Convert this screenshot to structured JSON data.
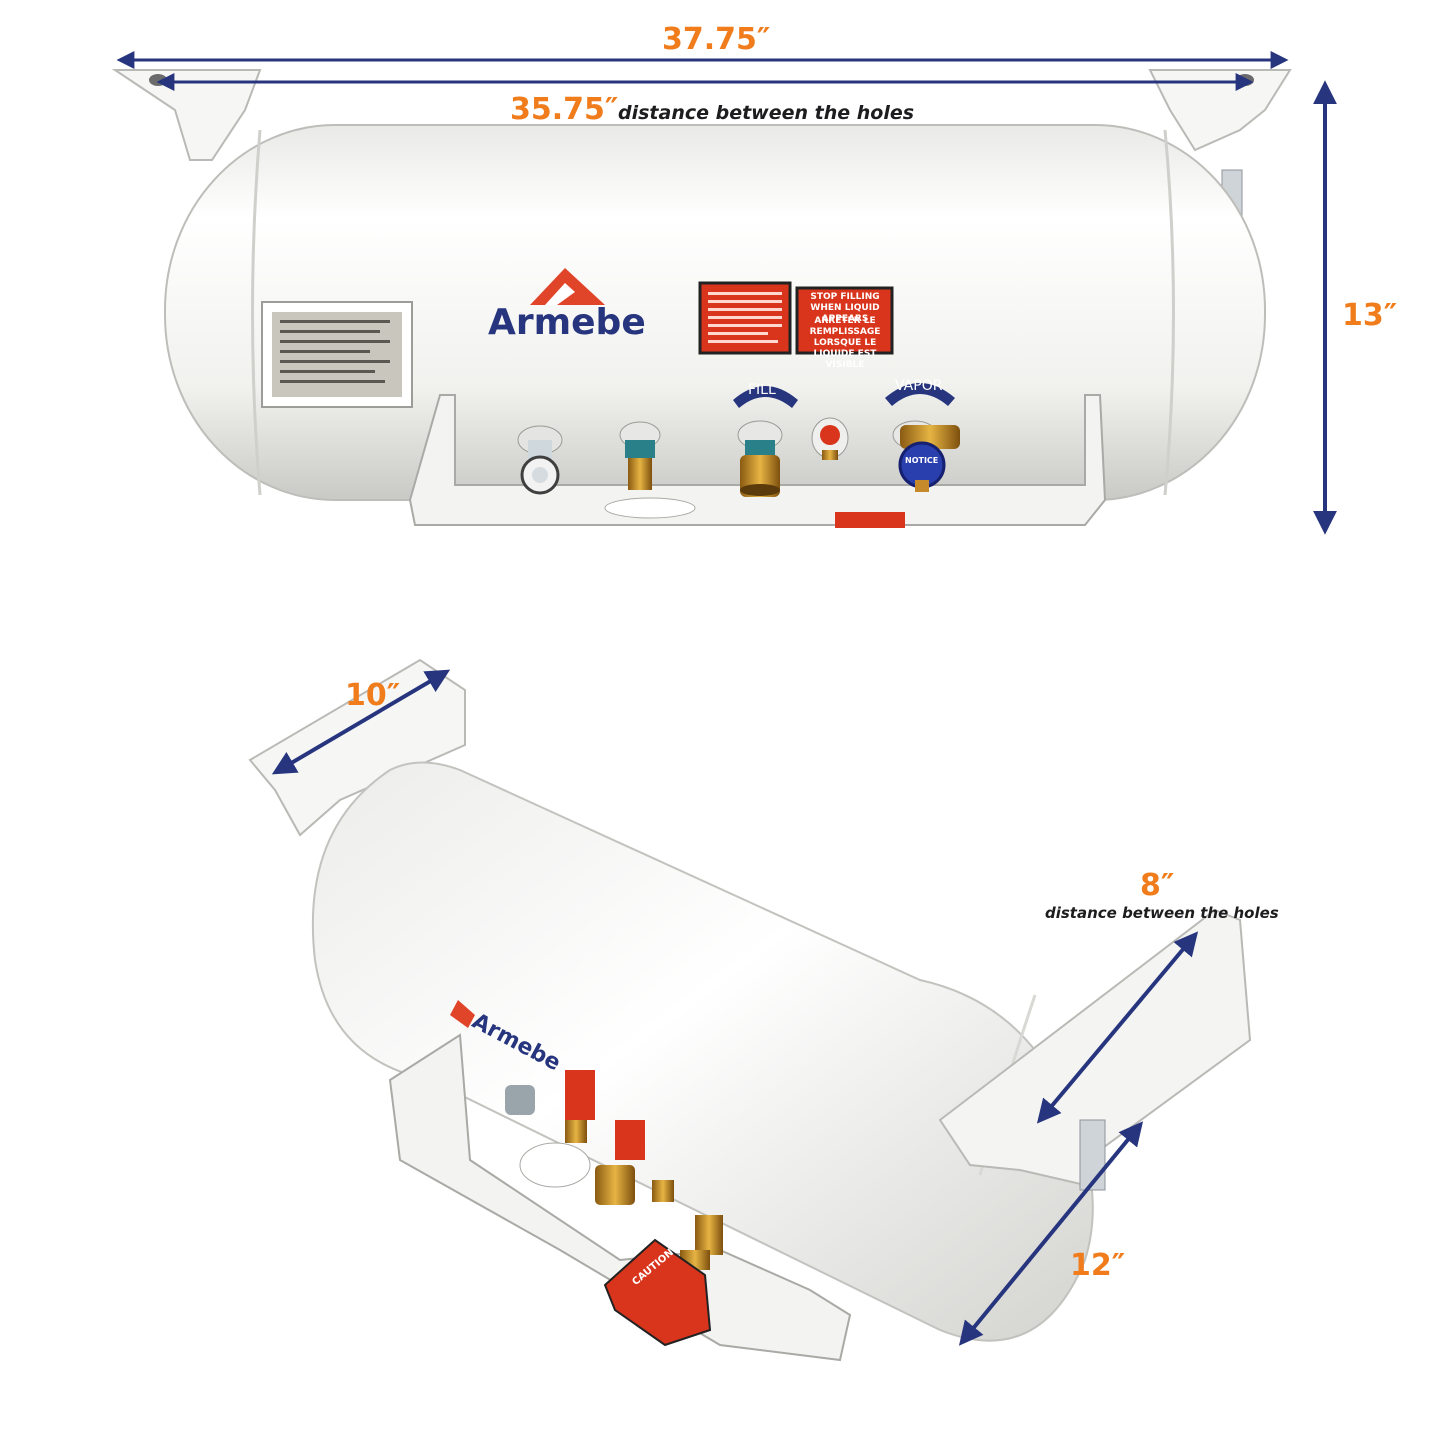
{
  "brand": {
    "name": "Armebe",
    "logo_colors": {
      "triangle": "#e0452a",
      "text": "#27357e"
    }
  },
  "dimensions": {
    "overall_length": "37.75″",
    "hole_distance_length": "35.75″",
    "hole_distance_length_note": "distance between the holes",
    "height": "13″",
    "bracket_width": "10″",
    "bracket_hole_distance": "8″",
    "bracket_hole_distance_note": "distance between the holes",
    "diameter": "12″"
  },
  "valve_labels": {
    "fill": "FILL",
    "vapor": "VAPOR"
  },
  "decals": {
    "fill_warning": "STOP FILLING WHEN LIQUID APPEARS",
    "fill_warning_fr": "ARRÊTER LE REMPLISSAGE LORSQUE LE LIQUIDE EST VISIBLE",
    "caution": "CAUTION",
    "notice": "NOTICE"
  },
  "colors": {
    "dimension_text": "#f07c1c",
    "arrow": "#27357e",
    "tank": "#f4f4f2",
    "decal": "#d9351d"
  }
}
